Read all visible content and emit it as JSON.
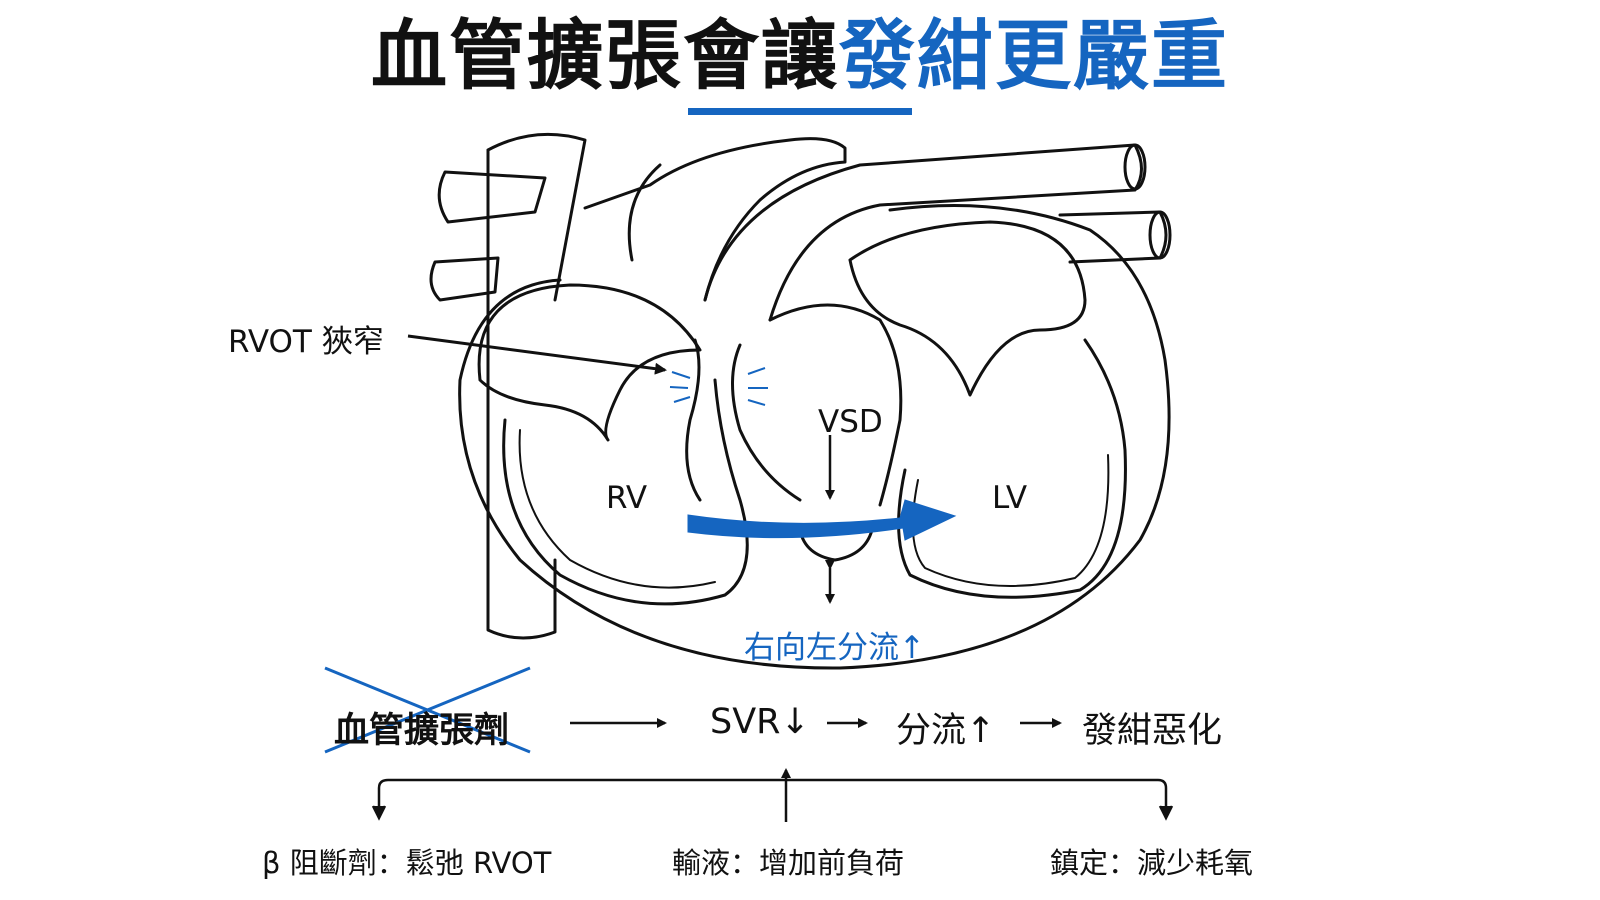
{
  "title": {
    "part1": "血管擴張會讓",
    "part2": "發紺更嚴重"
  },
  "labels": {
    "rvot": "RVOT 狹窄",
    "vsd": "VSD",
    "rv": "RV",
    "lv": "LV",
    "shunt": "右向左分流↑"
  },
  "flow": {
    "vasodilator": "血管擴張劑",
    "svr": "SVR↓",
    "shunt": "分流↑",
    "cyanosis": "發紺惡化"
  },
  "treatments": {
    "beta_blocker": "β 阻斷劑：鬆弛 RVOT",
    "fluids": "輸液：增加前負荷",
    "sedation": "鎮定：減少耗氧"
  },
  "colors": {
    "accent": "#1565c0",
    "ink": "#111111"
  }
}
